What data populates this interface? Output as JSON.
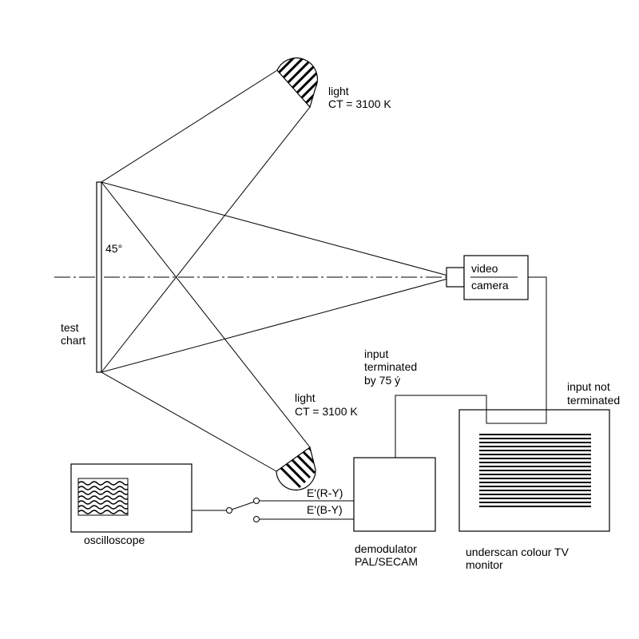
{
  "labels": {
    "light_top_1": "light",
    "light_top_2": "CT = 3100 K",
    "light_bottom_1": "light",
    "light_bottom_2": "CT = 3100 K",
    "angle": "45°",
    "test_chart_1": "test",
    "test_chart_2": "chart",
    "camera_1": "video",
    "camera_2": "camera",
    "input_terminated_1": "input",
    "input_terminated_2": "terminated",
    "input_terminated_3": "by 75 ý",
    "input_not_terminated_1": "input not",
    "input_not_terminated_2": "terminated",
    "signal_ry": "E'(R-Y)",
    "signal_by": "E'(B-Y)",
    "oscilloscope": "oscilloscope",
    "demodulator_1": "demodulator",
    "demodulator_2": "PAL/SECAM",
    "monitor_1": "underscan colour TV",
    "monitor_2": "monitor"
  },
  "colors": {
    "line": "#000000",
    "background": "#ffffff"
  }
}
